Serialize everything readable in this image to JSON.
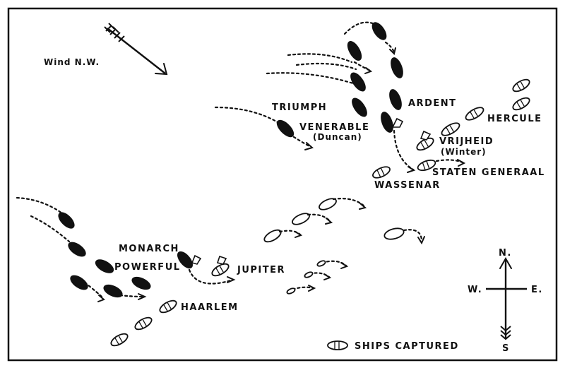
{
  "colors": {
    "ink": "#111111",
    "paper": "#ffffff"
  },
  "labels": {
    "wind": "Wind N.W.",
    "triumph": "TRIUMPH",
    "ardent": "ARDENT",
    "venerable": "VENERABLE",
    "duncan": "(Duncan)",
    "hercule": "HERCULE",
    "vrijheid": "VRIJHEID",
    "winter": "(Winter)",
    "staten_generaal": "STATEN GENERAAL",
    "wassenar": "WASSENAR",
    "monarch": "MONARCH",
    "powerful": "POWERFUL",
    "jupiter": "JUPITER",
    "haarlem": "HAARLEM"
  },
  "legend": {
    "label": "SHIPS CAPTURED",
    "icon": "captured-ship-icon"
  },
  "compass": {
    "north": "N.",
    "south": "S",
    "west": "W.",
    "east": "E."
  }
}
